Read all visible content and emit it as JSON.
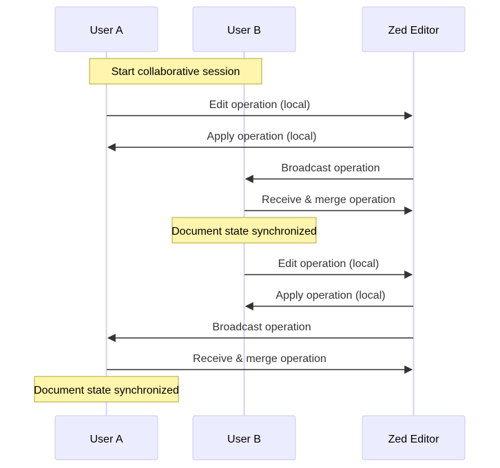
{
  "diagram": {
    "type": "sequence",
    "actors": [
      {
        "id": "a",
        "label": "User A"
      },
      {
        "id": "b",
        "label": "User B"
      },
      {
        "id": "z",
        "label": "Zed Editor"
      }
    ],
    "notes": [
      {
        "text": "Start collaborative session"
      },
      {
        "text": "Document state synchronized"
      },
      {
        "text": "Document state synchronized"
      }
    ],
    "messages": [
      {
        "from": "a",
        "to": "z",
        "label": "Edit operation (local)"
      },
      {
        "from": "z",
        "to": "a",
        "label": "Apply operation (local)"
      },
      {
        "from": "z",
        "to": "b",
        "label": "Broadcast operation"
      },
      {
        "from": "b",
        "to": "z",
        "label": "Receive & merge operation"
      },
      {
        "from": "b",
        "to": "z",
        "label": "Edit operation (local)"
      },
      {
        "from": "z",
        "to": "b",
        "label": "Apply operation (local)"
      },
      {
        "from": "z",
        "to": "a",
        "label": "Broadcast operation"
      },
      {
        "from": "a",
        "to": "z",
        "label": "Receive & merge operation"
      }
    ],
    "colors": {
      "actor_fill": "#ececff",
      "actor_stroke": "#c9c9ef",
      "lifeline": "#d4d2ee",
      "note_fill": "#fff5ad",
      "note_stroke": "#aaaa33",
      "message": "#333333"
    }
  }
}
